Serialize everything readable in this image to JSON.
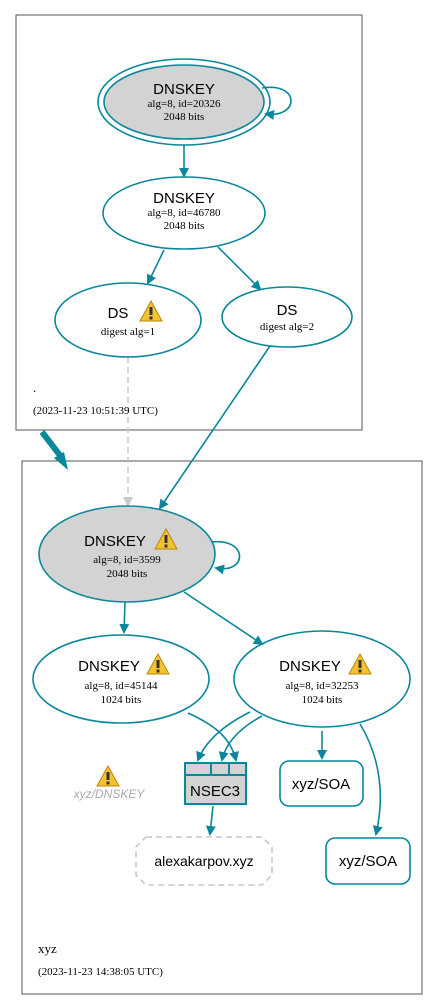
{
  "zones": {
    "root": {
      "name": ".",
      "timestamp": "(2023-11-23 10:51:39 UTC)"
    },
    "xyz": {
      "name": "xyz",
      "timestamp": "(2023-11-23 14:38:05 UTC)"
    }
  },
  "nodes": {
    "root_ksk": {
      "title": "DNSKEY",
      "line1": "alg=8, id=20326",
      "line2": "2048 bits"
    },
    "root_zsk": {
      "title": "DNSKEY",
      "line1": "alg=8, id=46780",
      "line2": "2048 bits"
    },
    "ds1": {
      "title": "DS",
      "line1": "digest alg=1"
    },
    "ds2": {
      "title": "DS",
      "line1": "digest alg=2"
    },
    "xyz_ksk": {
      "title": "DNSKEY",
      "line1": "alg=8, id=3599",
      "line2": "2048 bits"
    },
    "xyz_zsk1": {
      "title": "DNSKEY",
      "line1": "alg=8, id=45144",
      "line2": "1024 bits"
    },
    "xyz_zsk2": {
      "title": "DNSKEY",
      "line1": "alg=8, id=32253",
      "line2": "1024 bits"
    },
    "nsec3": {
      "title": "NSEC3"
    },
    "soa1": {
      "title": "xyz/SOA"
    },
    "soa2": {
      "title": "xyz/SOA"
    },
    "nxdomain": {
      "title": "alexakarpov.xyz"
    },
    "dnskey_warning": {
      "title": "xyz/DNSKEY"
    }
  },
  "colors": {
    "edge": "#0a879a",
    "ksk_fill": "#d3d3d3",
    "warning": "#f4c430",
    "dashed": "#c8c8c8",
    "muted_text": "#a9a9a9"
  }
}
